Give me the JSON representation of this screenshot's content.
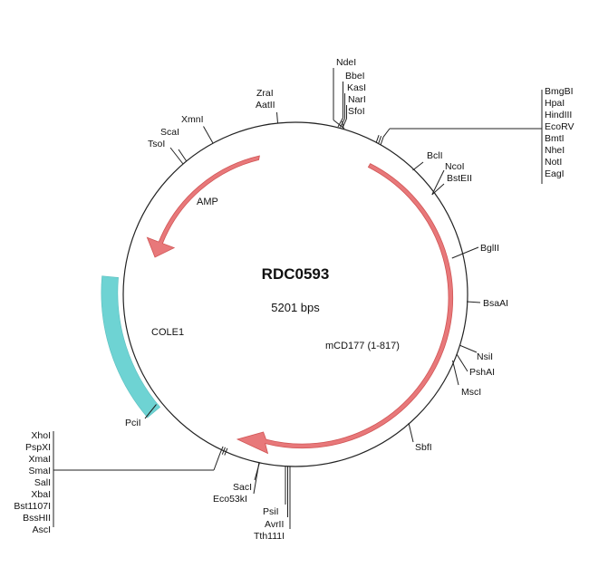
{
  "plasmid": {
    "name": "RDC0593",
    "size_label": "5201 bps"
  },
  "colors": {
    "cds": "#e06666",
    "cds_fill": "#e8787a",
    "origin": "#6ed3d3",
    "backbone": "#222222"
  },
  "features": {
    "amp": {
      "label": "AMP",
      "type": "cds",
      "direction": "counterclockwise"
    },
    "mcd177": {
      "label": "mCD177 (1-817)",
      "type": "cds",
      "direction": "clockwise"
    },
    "cole1": {
      "label": "COLE1",
      "type": "origin"
    }
  },
  "sites": {
    "ndei": "NdeI",
    "bbei": "BbeI",
    "kasi": "KasI",
    "nari": "NarI",
    "sfoi": "SfoI",
    "bmgbi": "BmgBI",
    "hpai": "HpaI",
    "hindiii": "HindIII",
    "ecorv": "EcoRV",
    "bmti": "BmtI",
    "nhei": "NheI",
    "noti": "NotI",
    "eagi": "EagI",
    "bcli": "BclI",
    "ncoi": "NcoI",
    "bsteii": "BstEII",
    "bglii": "BglII",
    "bsaai": "BsaAI",
    "nsii": "NsiI",
    "pshai": "PshAI",
    "msci": "MscI",
    "sbfi": "SbfI",
    "psii": "PsiI",
    "avrii": "AvrII",
    "tth111i": "Tth111I",
    "saci": "SacI",
    "eco53ki": "Eco53kI",
    "pcii": "PciI",
    "xhoi": "XhoI",
    "pspxi": "PspXI",
    "xmai": "XmaI",
    "smai": "SmaI",
    "sali": "SalI",
    "xbai": "XbaI",
    "bst1107i": "Bst1107I",
    "bsshii": "BssHII",
    "asci": "AscI",
    "zrai": "ZraI",
    "aatii": "AatII",
    "xmni": "XmnI",
    "scai": "ScaI",
    "tsoi": "TsoI"
  }
}
